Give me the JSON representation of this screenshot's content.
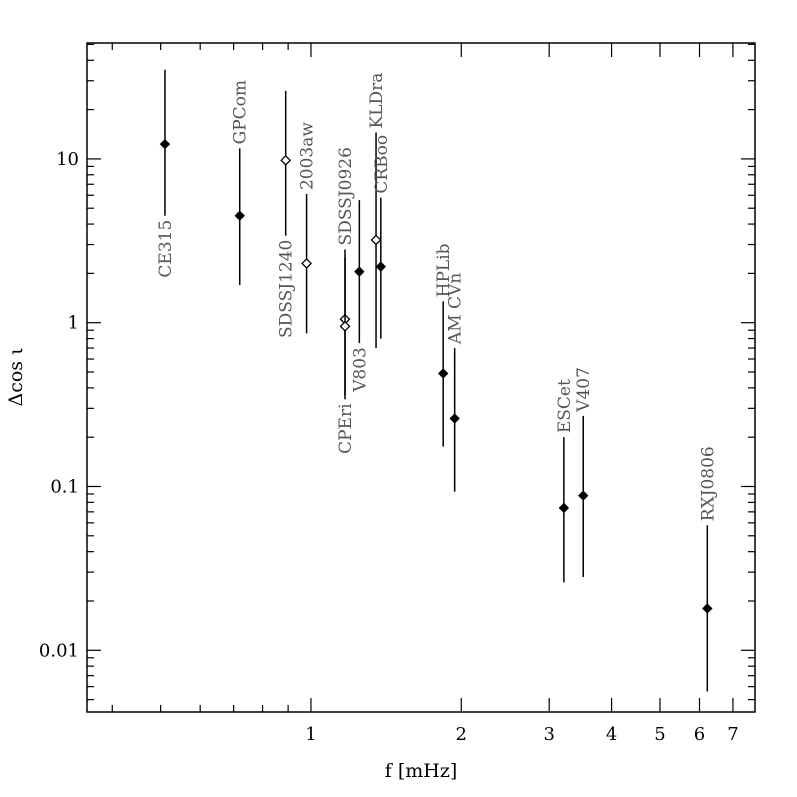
{
  "chart_data": {
    "type": "scatter",
    "xlabel": "f  [mHz]",
    "ylabel": "Δcos ι",
    "xscale": "log",
    "yscale": "log",
    "xlim": [
      0.356,
      7.75
    ],
    "ylim": [
      0.0042,
      51
    ],
    "x_ticks": [
      {
        "value": 1,
        "label": "1"
      },
      {
        "value": 2,
        "label": "2"
      },
      {
        "value": 3,
        "label": "3"
      },
      {
        "value": 4,
        "label": "4"
      },
      {
        "value": 5,
        "label": "5"
      },
      {
        "value": 6,
        "label": "6"
      },
      {
        "value": 7,
        "label": "7"
      }
    ],
    "y_ticks": [
      {
        "value": 0.01,
        "label": "0.01"
      },
      {
        "value": 0.1,
        "label": "0.1"
      },
      {
        "value": 1,
        "label": "1"
      },
      {
        "value": 10,
        "label": "10"
      }
    ],
    "points": [
      {
        "label": "CE315",
        "x": 0.51,
        "y": 12.3,
        "ylow": 4.5,
        "yhigh": 35,
        "marker": "filled",
        "label_pos": "below"
      },
      {
        "label": "GPCom",
        "x": 0.72,
        "y": 4.5,
        "ylow": 1.7,
        "yhigh": 11.6,
        "marker": "filled",
        "label_pos": "above"
      },
      {
        "label": "SDSSJ1240",
        "x": 0.89,
        "y": 9.8,
        "ylow": 3.4,
        "yhigh": 26,
        "marker": "open",
        "label_pos": "below"
      },
      {
        "label": "2003aw",
        "x": 0.98,
        "y": 2.3,
        "ylow": 0.86,
        "yhigh": 6.1,
        "marker": "open",
        "label_pos": "above"
      },
      {
        "label": "SDSSJ0926",
        "x": 1.17,
        "y": 1.05,
        "ylow": 0.36,
        "yhigh": 2.8,
        "marker": "open",
        "label_pos": "above"
      },
      {
        "label": "CPEri",
        "x": 1.17,
        "y": 0.95,
        "ylow": 0.34,
        "yhigh": 2.5,
        "marker": "open",
        "label_pos": "below"
      },
      {
        "label": "V803",
        "x": 1.25,
        "y": 2.05,
        "ylow": 0.75,
        "yhigh": 5.6,
        "marker": "filled",
        "label_pos": "below"
      },
      {
        "label": "KLDra",
        "x": 1.35,
        "y": 3.2,
        "ylow": 0.7,
        "yhigh": 14.5,
        "marker": "open",
        "label_pos": "above"
      },
      {
        "label": "CRBoo",
        "x": 1.38,
        "y": 2.2,
        "ylow": 0.8,
        "yhigh": 5.8,
        "marker": "filled",
        "label_pos": "above"
      },
      {
        "label": "HPLib",
        "x": 1.84,
        "y": 0.49,
        "ylow": 0.175,
        "yhigh": 1.35,
        "marker": "filled",
        "label_pos": "above"
      },
      {
        "label": "AM CVn",
        "x": 1.94,
        "y": 0.26,
        "ylow": 0.093,
        "yhigh": 0.7,
        "marker": "filled",
        "label_pos": "above"
      },
      {
        "label": "ESCet",
        "x": 3.21,
        "y": 0.074,
        "ylow": 0.026,
        "yhigh": 0.2,
        "marker": "filled",
        "label_pos": "above"
      },
      {
        "label": "V407",
        "x": 3.51,
        "y": 0.088,
        "ylow": 0.028,
        "yhigh": 0.27,
        "marker": "filled",
        "label_pos": "above"
      },
      {
        "label": "RXJ0806",
        "x": 6.22,
        "y": 0.018,
        "ylow": 0.0056,
        "yhigh": 0.058,
        "marker": "filled",
        "label_pos": "above"
      }
    ]
  }
}
